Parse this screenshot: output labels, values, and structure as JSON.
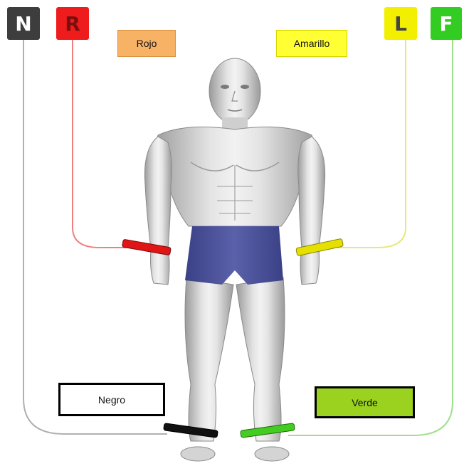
{
  "leads": {
    "n": {
      "letter": "N",
      "color": "#3d3d3d"
    },
    "r": {
      "letter": "R",
      "color": "#ee1c1c"
    },
    "l": {
      "letter": "L",
      "color": "#f2f000"
    },
    "f": {
      "letter": "F",
      "color": "#33cc22"
    }
  },
  "labels": {
    "rojo": "Rojo",
    "amarillo": "Amarillo",
    "negro": "Negro",
    "verde": "Verde"
  },
  "colors": {
    "red_wire": "#f08080",
    "yellow_wire": "#e8e87a",
    "black_wire": "#b0b0b0",
    "green_wire": "#9fe08a",
    "shorts": "#474f96",
    "body": "#c8c8c8"
  }
}
